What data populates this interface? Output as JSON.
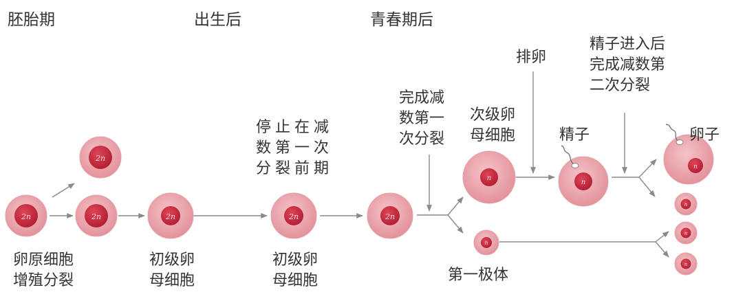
{
  "stages": {
    "embryo": "胚胎期",
    "after_birth": "出生后",
    "after_puberty": "青春期后"
  },
  "labels": {
    "oogonium": [
      "卵原细胞",
      "增殖分裂"
    ],
    "primary_oocyte_1": [
      "初级卵",
      "母细胞"
    ],
    "primary_oocyte_2": [
      "初级卵",
      "母细胞"
    ],
    "arrest": [
      "停止在减",
      "数第一次",
      "分裂前期"
    ],
    "complete_meiosis1": [
      "完成减",
      "数第一",
      "次分裂"
    ],
    "secondary_oocyte": [
      "次级卵",
      "母细胞"
    ],
    "ovulation": "排卵",
    "sperm_entry": [
      "精子进入后",
      "完成减数第",
      "二次分裂"
    ],
    "sperm": "精子",
    "egg": "卵子",
    "first_polar_body": "第一极体"
  },
  "cells": {
    "diploid": "2n",
    "haploid": "n"
  },
  "colors": {
    "cell_outer": "#eda5ad",
    "cell_nucleus": "#c8283d",
    "arrow": "#8a8a8a",
    "text": "#333333"
  }
}
